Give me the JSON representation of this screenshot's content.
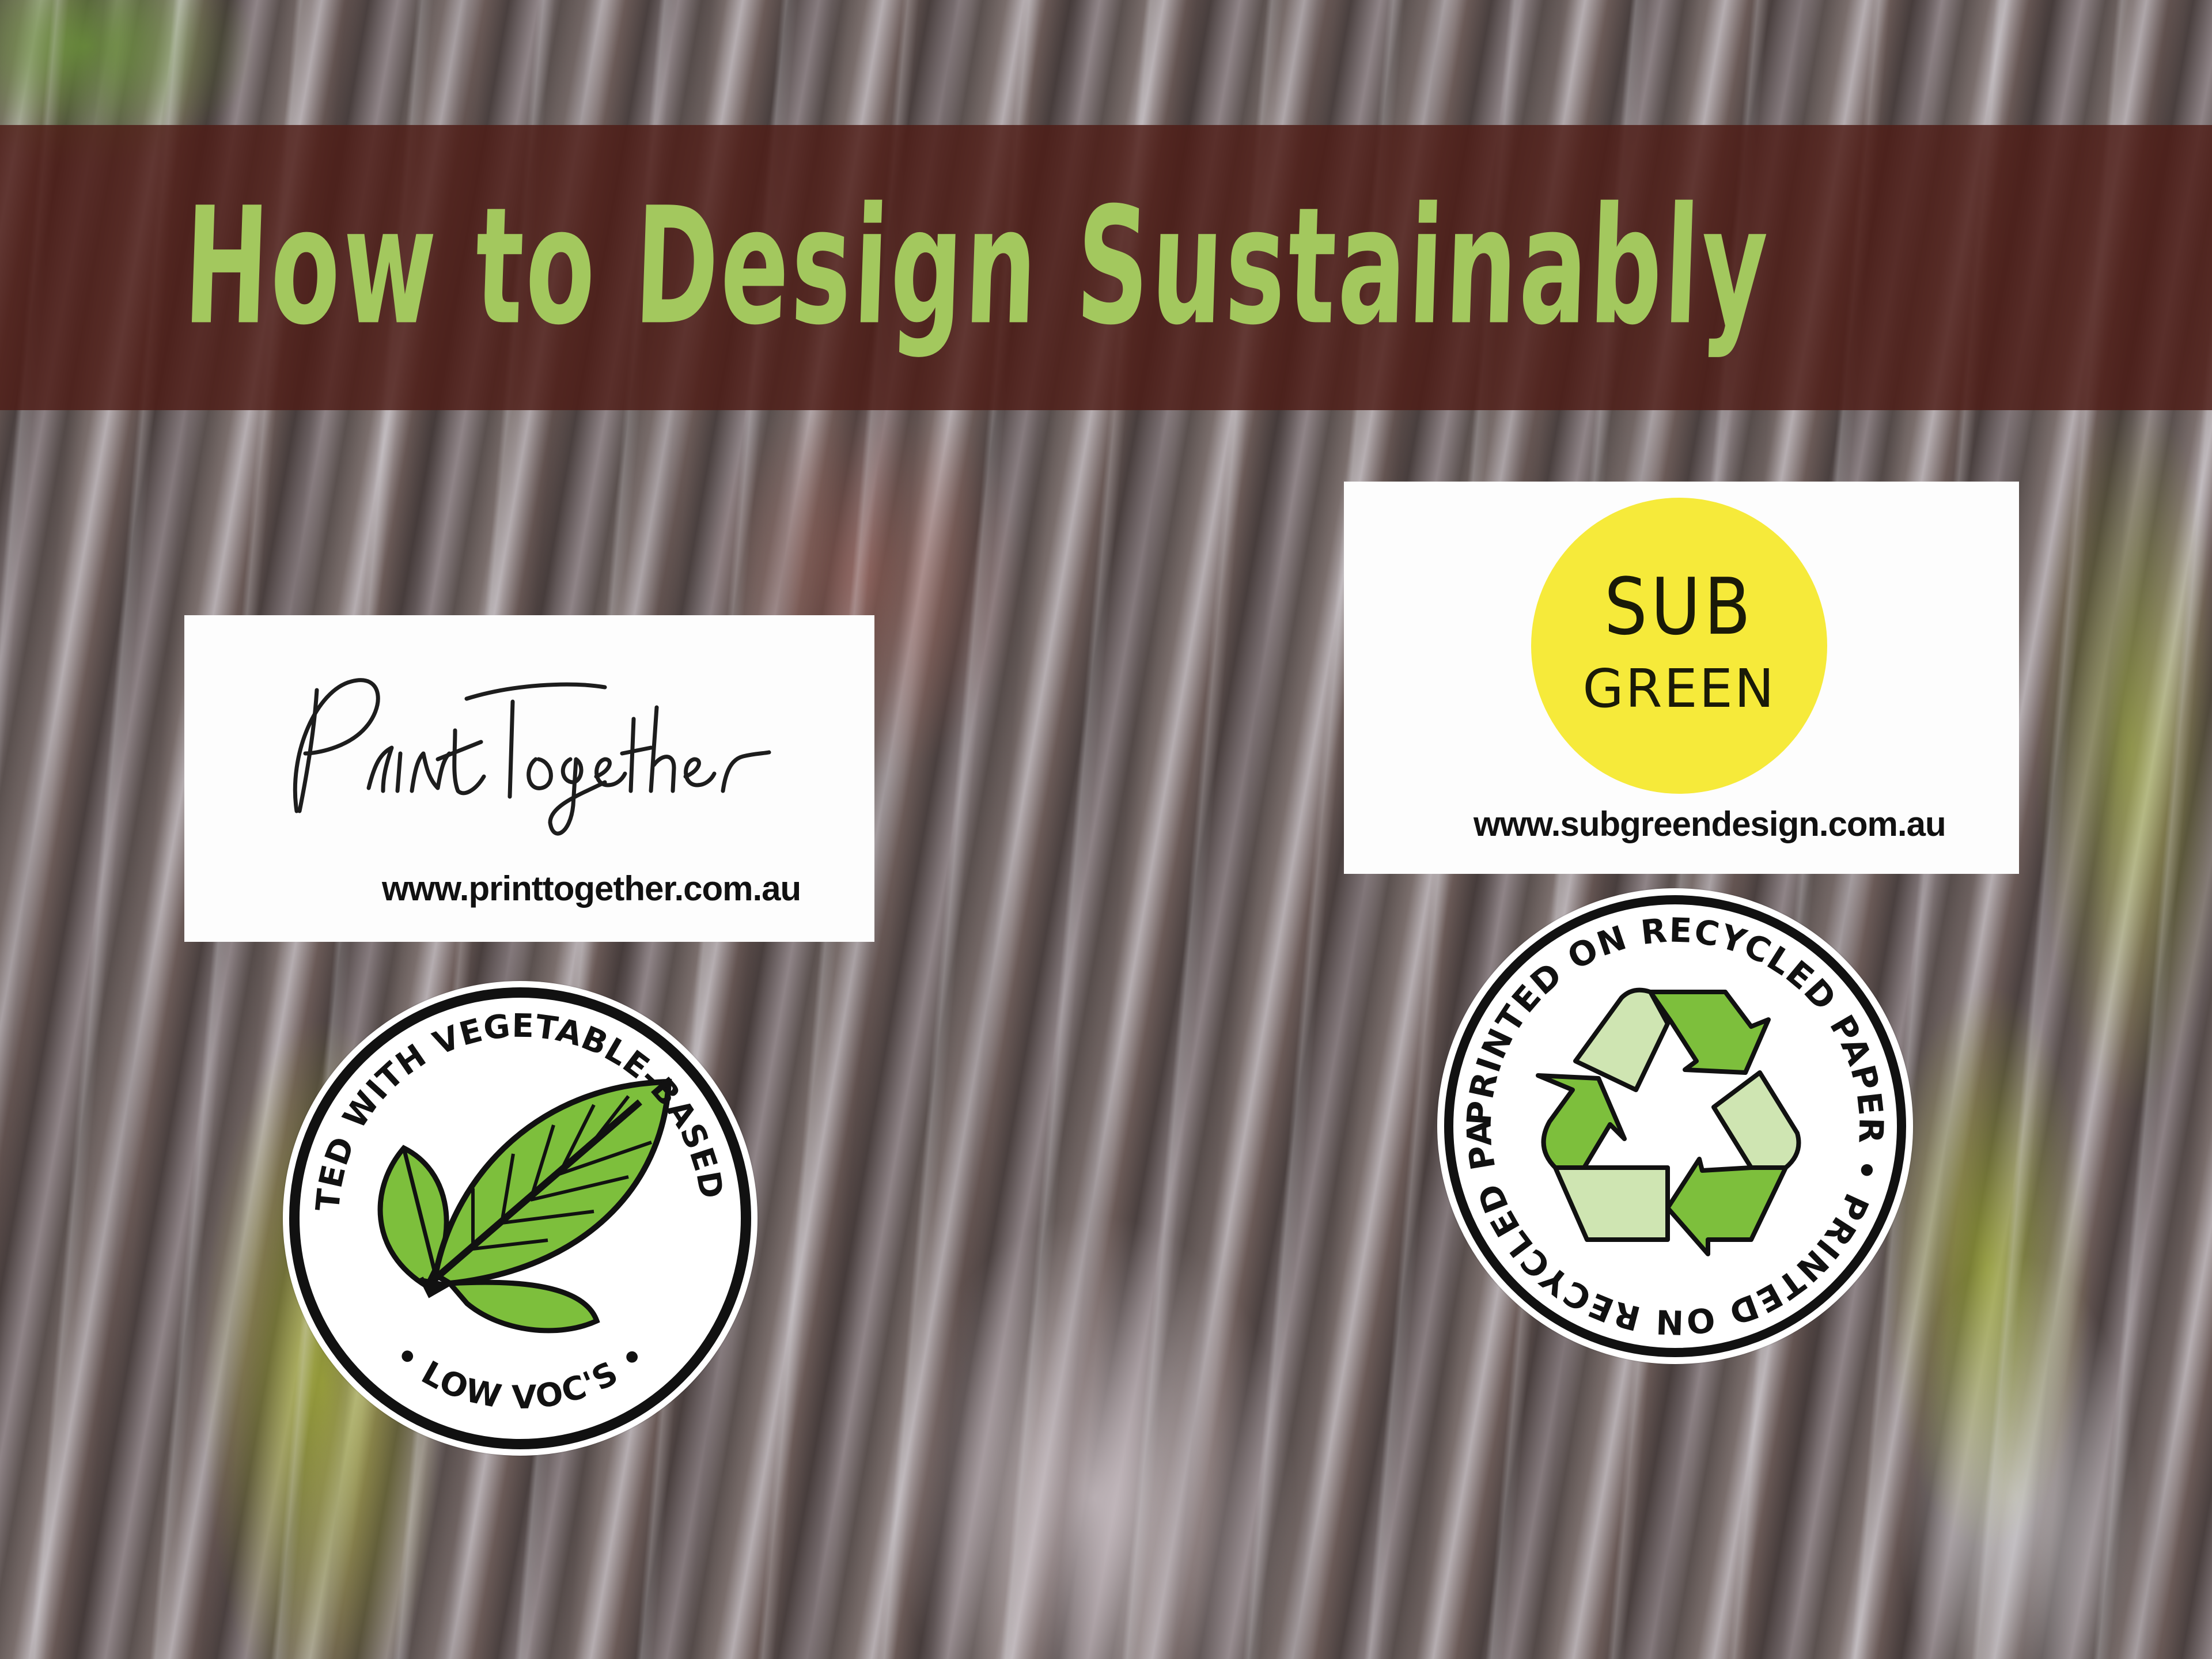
{
  "banner": {
    "title": "How to Design Sustainably",
    "background_color": "#4e1c16",
    "text_color": "#a3c85e"
  },
  "print_together": {
    "logo_text": "Print Together",
    "url": "www.printtogether.com.au"
  },
  "subgreen": {
    "logo_line1": "SUB",
    "logo_line2": "GREEN",
    "circle_color": "#f6ea3a",
    "url": "www.subgreendesign.com.au"
  },
  "badges": [
    {
      "icon": "leaf-icon",
      "top_text": "PRINTED WITH VEGETABLE-BASED INKS",
      "bottom_text": "• LOW VOC'S •",
      "leaf_color": "#7dbf3c"
    },
    {
      "icon": "recycle-icon",
      "ring_text": "PRINTED ON RECYCLED PAPER • PRINTED ON RECYCLED PAPER •",
      "arrow_dark": "#7dbf3c",
      "arrow_light": "#cfe5b2"
    }
  ]
}
